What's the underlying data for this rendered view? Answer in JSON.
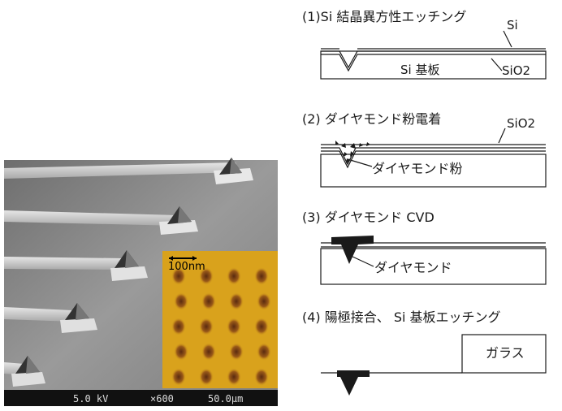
{
  "sem": {
    "scale_label": "100nm",
    "footer": {
      "voltage": "5.0 kV",
      "magnification": "×600",
      "scale": "50.0μm"
    }
  },
  "steps": [
    {
      "title": "(1)Si 結晶異方性エッチング",
      "labels": {
        "si": "Si",
        "substrate": "Si 基板",
        "oxide": "SiO2"
      }
    },
    {
      "title": "(2) ダイヤモンド粉電着",
      "labels": {
        "oxide": "SiO2",
        "powder": "ダイヤモンド粉"
      }
    },
    {
      "title": "(3) ダイヤモンド CVD",
      "labels": {
        "diamond": "ダイヤモンド"
      }
    },
    {
      "title": "(4) 陽極接合、 Si 基板エッチング",
      "labels": {
        "glass": "ガラス"
      }
    }
  ],
  "colors": {
    "ink": "#1a1a1a",
    "sem_bg": "#8a8a8a",
    "afm_gold": "#d9a21c"
  }
}
